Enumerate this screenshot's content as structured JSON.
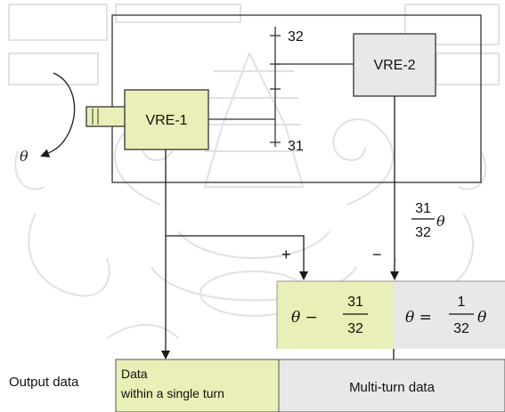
{
  "watermark": {
    "description": "Thai royal ornamental emblem watermark",
    "color": "#b5b5b5"
  },
  "blocks": {
    "vre1": {
      "label": "VRE-1",
      "fill": "#e9efb6"
    },
    "vre2": {
      "label": "VRE-2",
      "fill": "#e8e8e8"
    }
  },
  "gear_ratio": {
    "top_label": "32",
    "bottom_label": "31"
  },
  "rotation": {
    "symbol": "θ"
  },
  "signs": {
    "plus": "+",
    "minus": "−"
  },
  "vre2_output": {
    "numerator": "31",
    "denominator": "32",
    "variable": "θ"
  },
  "subtractor": {
    "fill_left": "#e9efb6",
    "fill_right": "#e8e8e8",
    "left_expr": {
      "prefix": "θ −",
      "numerator": "31",
      "denominator": "32"
    },
    "right_expr": {
      "prefix": "θ =",
      "numerator": "1",
      "denominator": "32",
      "variable": "θ"
    }
  },
  "output": {
    "label": "Output data",
    "single_turn_line1": "Data",
    "single_turn_line2": "within a single turn",
    "multi_turn": "Multi-turn data"
  }
}
